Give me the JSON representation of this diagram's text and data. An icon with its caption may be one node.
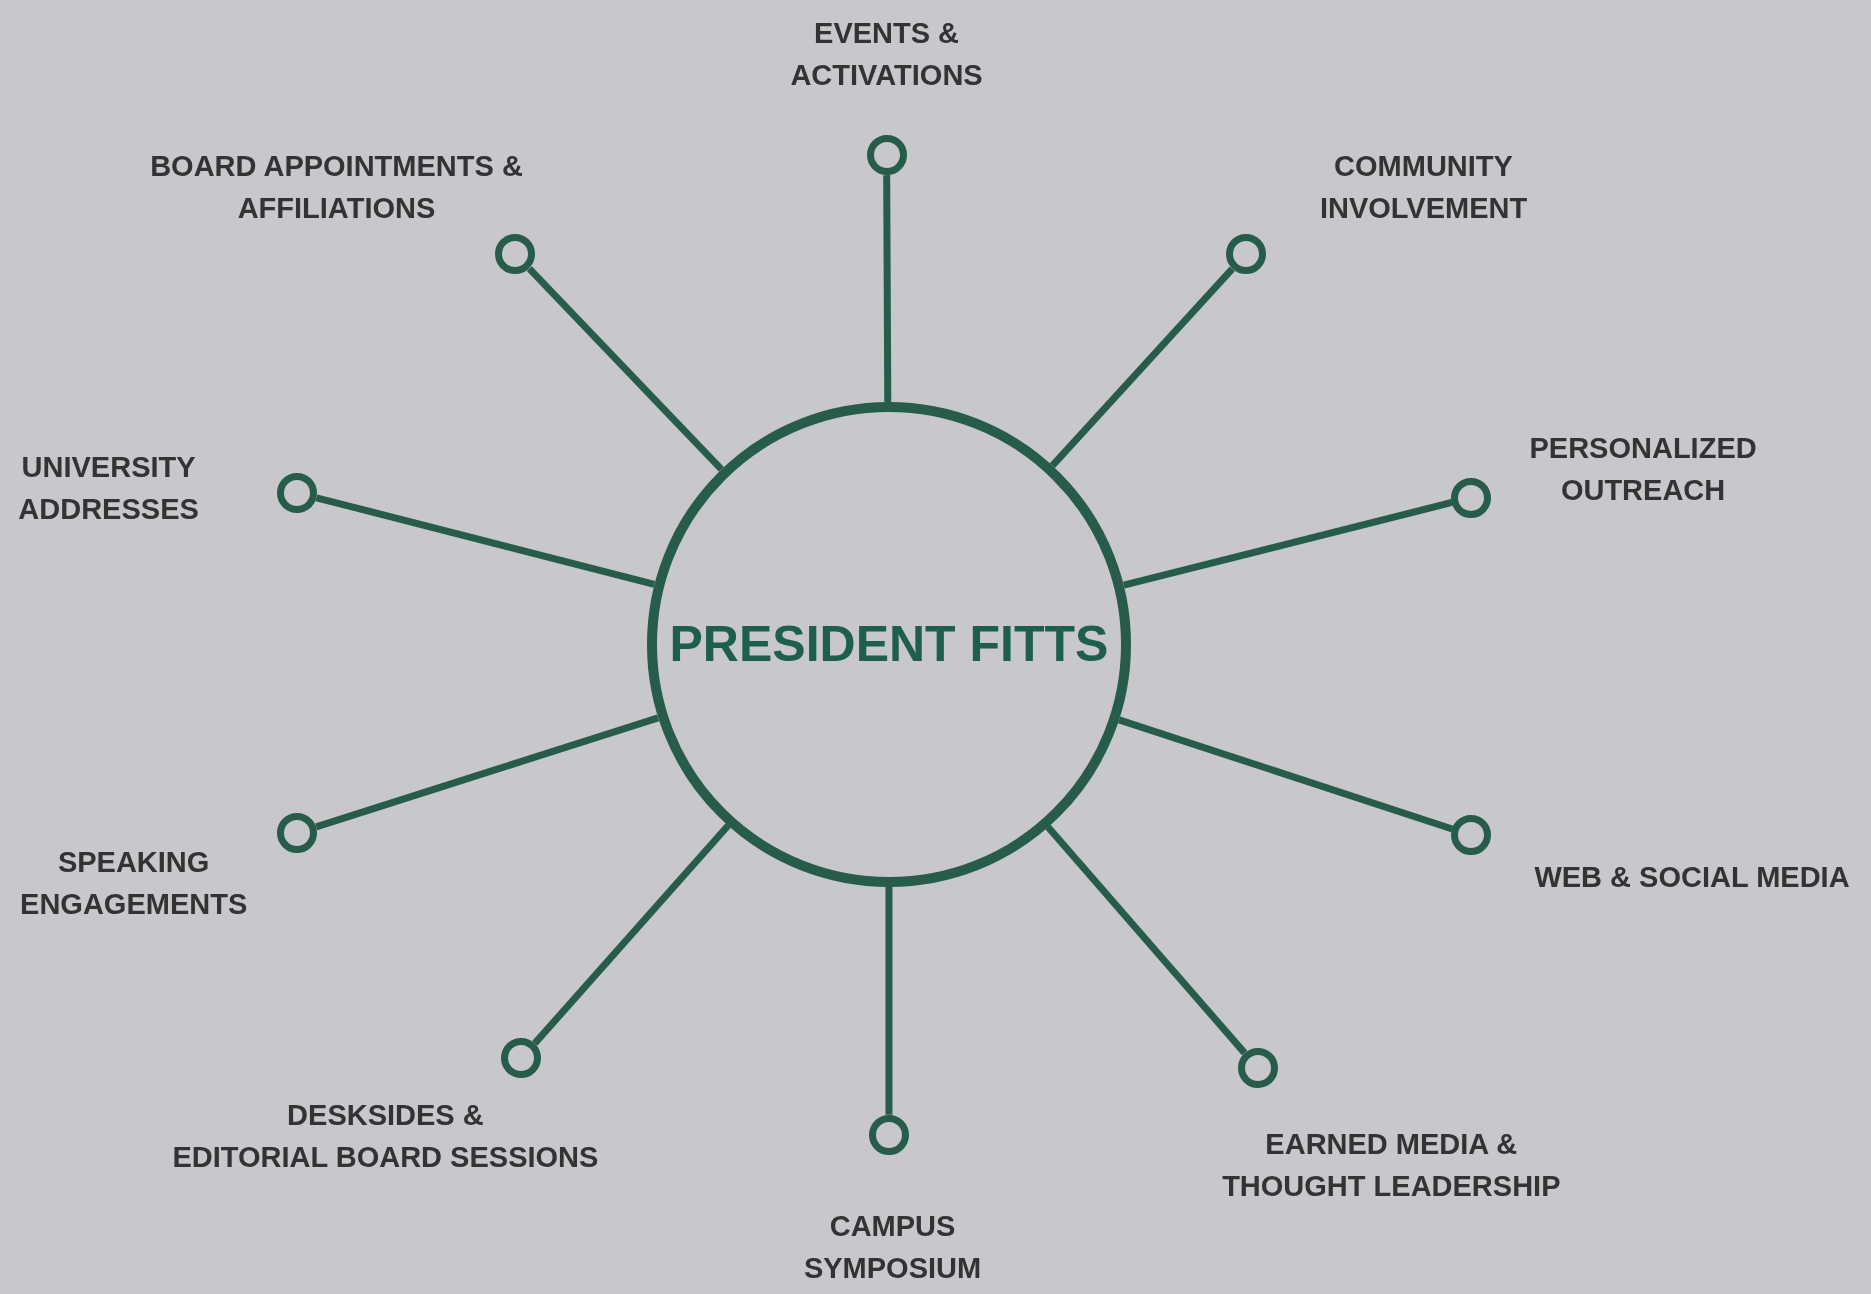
{
  "diagram": {
    "nodes": [
      {
        "text": [
          "PRESIDENT FITTS"
        ]
      },
      {
        "text": [
          "EVENTS & ACTIVATIONS"
        ]
      },
      {
        "text": [
          "BOARD APPOINTMENTS & AFFILIATIONS"
        ]
      },
      {
        "text": [
          "COMMUNITY INVOLVEMENT"
        ]
      },
      {
        "text": [
          "UNIVERSITY ADDRESSES"
        ]
      },
      {
        "text": [
          "PERSONALIZED OUTREACH"
        ]
      },
      {
        "text": [
          "SPEAKING ENGAGEMENTS"
        ]
      },
      {
        "text": [
          "WEB & SOCIAL MEDIA"
        ]
      },
      {
        "text": [
          "DESKSIDES & EDITORIAL BOARD SESSIONS"
        ]
      },
      {
        "text": [
          "EARNED MEDIA & THOUGHT LEADERSHIP"
        ]
      },
      {
        "text": [
          "CAMPUS SYMPOSIUM"
        ]
      }
    ],
    "edges": [
      {
        "from": 0,
        "to": 1,
        "arrow": "none"
      },
      {
        "from": 0,
        "to": 2,
        "arrow": "none"
      },
      {
        "from": 0,
        "to": 3,
        "arrow": "none"
      },
      {
        "from": 0,
        "to": 4,
        "arrow": "none"
      },
      {
        "from": 0,
        "to": 5,
        "arrow": "none"
      },
      {
        "from": 0,
        "to": 6,
        "arrow": "none"
      },
      {
        "from": 0,
        "to": 7,
        "arrow": "none"
      },
      {
        "from": 0,
        "to": 8,
        "arrow": "none"
      },
      {
        "from": 0,
        "to": 9,
        "arrow": "none"
      },
      {
        "from": 0,
        "to": 10,
        "arrow": "none"
      }
    ]
  }
}
